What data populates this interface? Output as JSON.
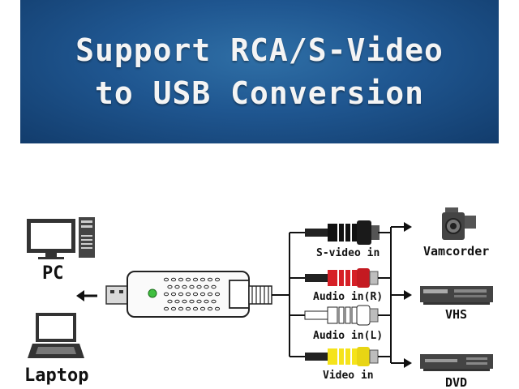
{
  "banner": {
    "title_line1": "Support RCA/S-Video",
    "title_line2": "to USB Conversion"
  },
  "hosts": [
    {
      "label": "PC",
      "icon": "desktop-computer-icon"
    },
    {
      "label": "Laptop",
      "icon": "laptop-icon"
    }
  ],
  "cables": [
    {
      "label": "S-video in",
      "color": "#1a1a1a"
    },
    {
      "label": "Audio in(R)",
      "color": "#d61f26"
    },
    {
      "label": "Audio in(L)",
      "color": "#ffffff"
    },
    {
      "label": "Video in",
      "color": "#f5e31a"
    }
  ],
  "devices": [
    {
      "label": "Vamcorder",
      "icon": "camcorder-icon"
    },
    {
      "label": "VHS",
      "icon": "vhs-player-icon"
    },
    {
      "label": "DVD",
      "icon": "dvd-player-icon"
    }
  ],
  "colors": {
    "banner": "#1f5690",
    "led": "#3fbf3f",
    "line": "#111111"
  }
}
